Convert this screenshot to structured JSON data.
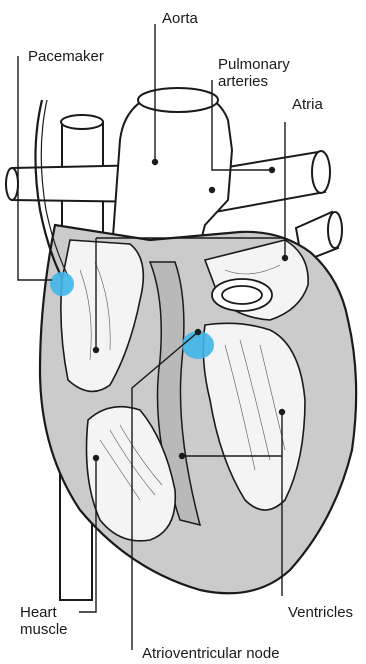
{
  "diagram": {
    "labels": {
      "aorta": "Aorta",
      "pacemaker": "Pacemaker",
      "pulmonary_arteries": [
        "Pulmonary",
        "arteries"
      ],
      "atria": "Atria",
      "heart_muscle": [
        "Heart",
        "muscle"
      ],
      "ventricles": "Ventricles",
      "av_node": "Atrioventricular node"
    },
    "colors": {
      "outline": "#1a1a1a",
      "muscle_fill": "#cbcbcb",
      "chamber_fill": "#f4f4f4",
      "vessel_fill": "#ffffff",
      "node_highlight": "#3fb6e8"
    }
  }
}
